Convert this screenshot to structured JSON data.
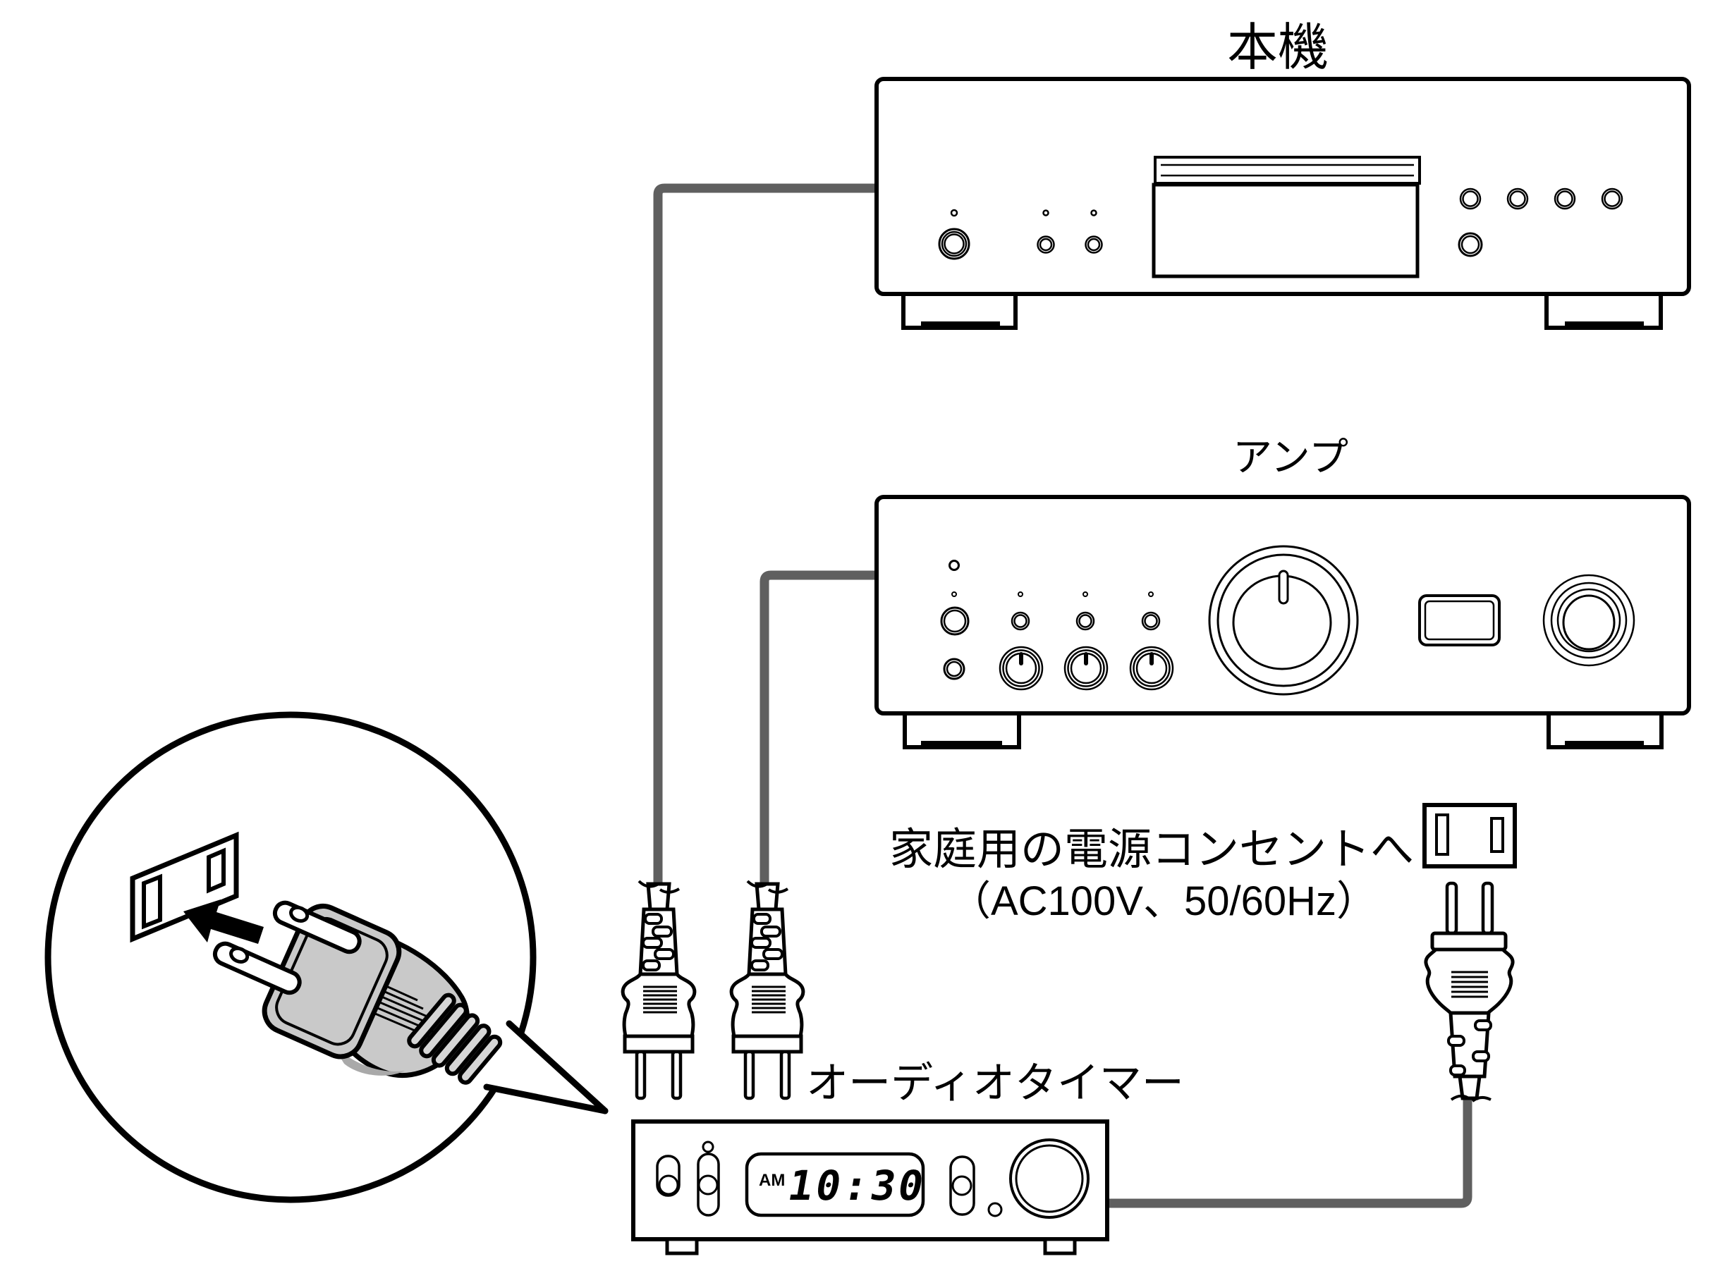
{
  "illustration": {
    "devices": {
      "cd_player_label": "本機",
      "amplifier_label": "アンプ",
      "audio_timer_label": "オーディオタイマー"
    },
    "outlet_note": {
      "line1": "家庭用の電源コンセントへ",
      "line2": "（AC100V、50/60Hz）"
    },
    "timer_clock": {
      "meridiem": "AM",
      "time": "10:30"
    }
  },
  "colors": {
    "line": "#000000",
    "cable": "#5f5f5f",
    "plug_body": "#c9c9c9",
    "plug_ribs": "#d6d6d6",
    "plug_shadow": "#a9a9a9",
    "background": "#ffffff"
  }
}
